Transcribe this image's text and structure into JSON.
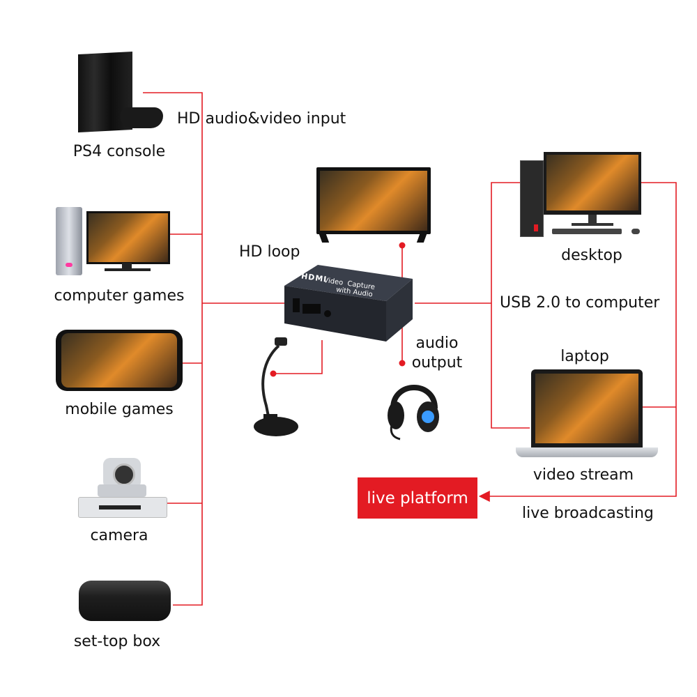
{
  "devices": {
    "ps4": "PS4 console",
    "computer_games": "computer games",
    "mobile_games": "mobile games",
    "camera": "camera",
    "set_top_box": "set-top box",
    "desktop": "desktop",
    "laptop": "laptop"
  },
  "connections": {
    "input": "HD audio&video input",
    "loop": "HD loop",
    "audio_output": "audio\noutput",
    "usb": "USB 2.0 to computer",
    "video_stream": "video stream",
    "live_broadcasting": "live broadcasting"
  },
  "capture_device": {
    "brand": "HDMI",
    "label_line1": "Video  Capture",
    "label_line2": "with Audio"
  },
  "live_platform": "live platform",
  "colors": {
    "wire": "#e31b23",
    "box": "#e31b23",
    "device_dark": "#2a2d33"
  }
}
